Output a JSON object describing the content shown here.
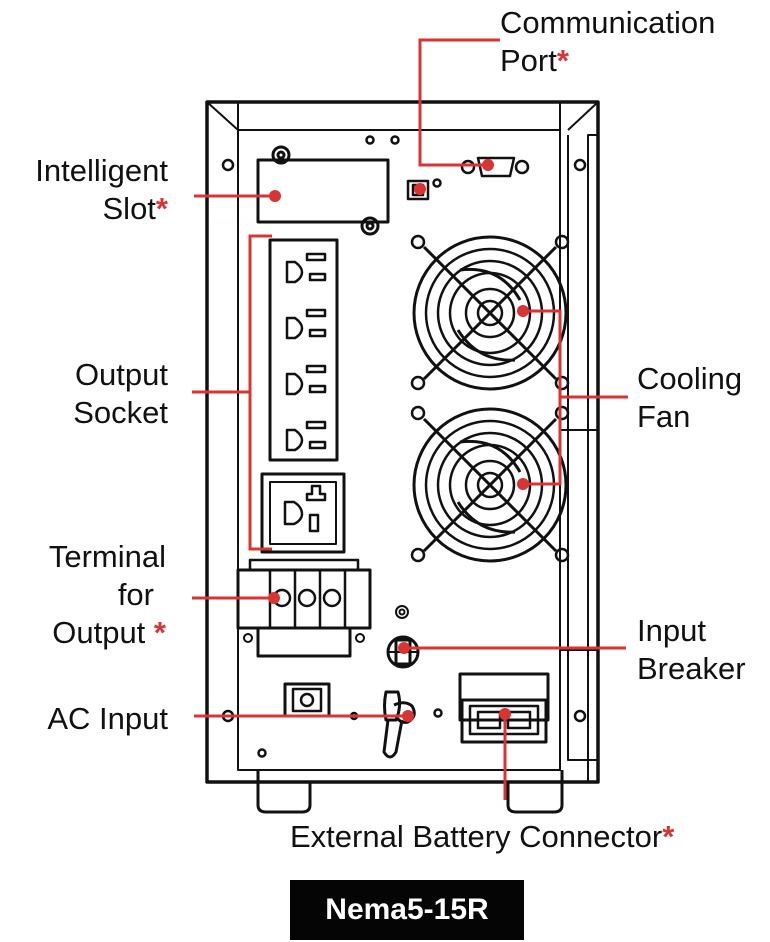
{
  "labels": {
    "communication_port": {
      "line1": "Communication",
      "line2": "Port",
      "star": "*"
    },
    "intelligent_slot": {
      "line1": "Intelligent",
      "line2": "Slot",
      "star": "*"
    },
    "output_socket": {
      "line1": "Output",
      "line2": "Socket"
    },
    "cooling_fan": {
      "line1": "Cooling",
      "line2": "Fan"
    },
    "terminal_for_output": {
      "line1": "Terminal",
      "line2": "for",
      "line3": "Output",
      "star": "*"
    },
    "input_breaker": {
      "line1": "Input",
      "line2": "Breaker"
    },
    "ac_input": {
      "text": "AC Input"
    },
    "external_battery_connector": {
      "text": "External Battery Connector",
      "star": "*"
    }
  },
  "model_badge": "Nema5-15R",
  "colors": {
    "leader_line": "#d93333",
    "outline": "#111111",
    "badge_background": "#050505",
    "badge_text": "#ffffff",
    "asterisk": "#d93333"
  },
  "icons": [
    "outlet-5-15r",
    "outlet-5-20r",
    "fan-guard",
    "db9-port",
    "rj45-port",
    "breaker",
    "terminal-block",
    "battery-connector"
  ]
}
